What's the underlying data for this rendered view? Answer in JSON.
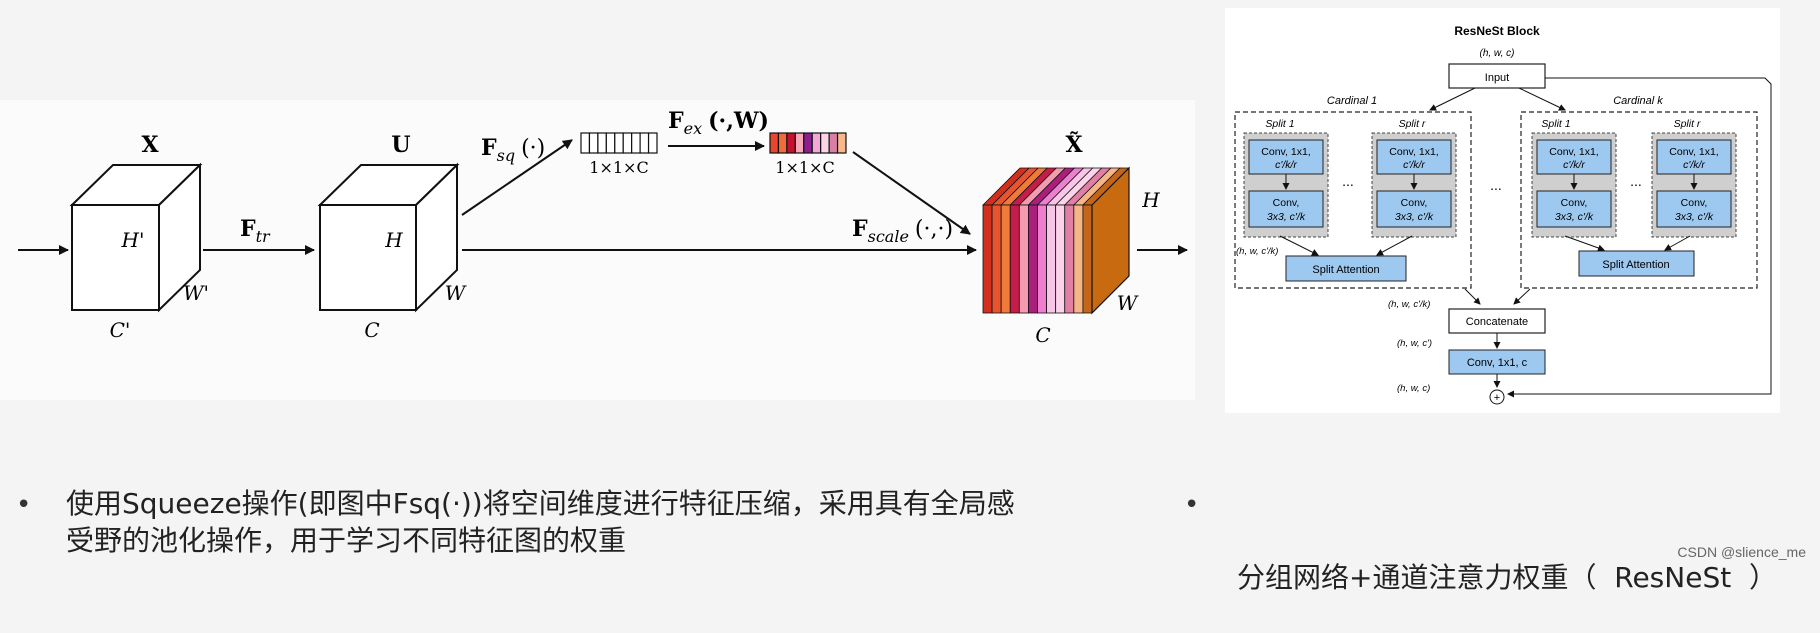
{
  "se_diagram": {
    "X_label": "X",
    "U_label": "U",
    "Xtilde_label": "X̃",
    "Hp": "H'",
    "Wp": "W'",
    "Cp": "C'",
    "H": "H",
    "W": "W",
    "C": "C",
    "F_tr_main": "F",
    "F_tr_sub": "tr",
    "F_sq_main": "F",
    "F_sq_sub": "sq",
    "F_sq_arg": "(·)",
    "F_ex_main": "F",
    "F_ex_sub": "ex",
    "F_ex_arg": "(·,W)",
    "F_scale_main": "F",
    "F_scale_sub": "scale",
    "F_scale_arg": "(·,·)",
    "vec_label_1": "1×1×C",
    "vec_label_2": "1×1×C",
    "vec_colors": [
      "#e8462f",
      "#f26b3a",
      "#c8102e",
      "#f7a8b8",
      "#8e1e8f",
      "#f2a7d7",
      "#fbd5e5",
      "#d87fa5",
      "#f8b88b"
    ],
    "slice_colors": [
      "#d32f1f",
      "#e8542e",
      "#f07a3a",
      "#c41d4a",
      "#f49bb0",
      "#a8207a",
      "#ee7fd0",
      "#f7c6e6",
      "#fbd3ea",
      "#e27fa5",
      "#f6b487",
      "#c4661a"
    ]
  },
  "resnest": {
    "title": "ResNeSt Block",
    "input_dims": "(h, w, c)",
    "input_label": "Input",
    "cardinal_1": "Cardinal 1",
    "cardinal_k": "Cardinal k",
    "split_1": "Split 1",
    "split_r": "Split r",
    "conv1_line1": "Conv, 1x1,",
    "conv1_line2": "c'/k/r",
    "conv2_line1": "Conv,",
    "conv2_line2": "3x3, c'/k",
    "dots": "...",
    "split_dims": "(h, w, c'/k)",
    "split_attention": "Split Attention",
    "concat_dims": "(h, w, c'/k)",
    "concatenate": "Concatenate",
    "conv_dims": "(h, w, c')",
    "conv_final": "Conv, 1x1, c",
    "out_dims": "(h, w, c)",
    "plus": "+"
  },
  "bullets": {
    "left_line1": "使用Squeeze操作(即图中Fsq(·))将空间维度进行特征压缩，采用具有全局感",
    "left_line2": "受野的池化操作，用于学习不同特征图的权重",
    "right_line1": "分组网络+通道注意力权重（  ResNeSt  ）",
    "bullet_symbol": "•"
  },
  "watermark": "CSDN @slience_me"
}
